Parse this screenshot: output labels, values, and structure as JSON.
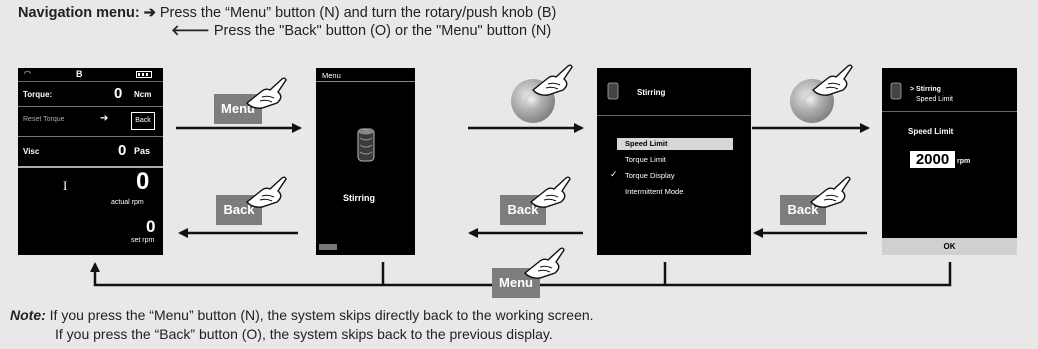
{
  "header": {
    "label": "Navigation menu:",
    "line1": "Press the “Menu” button (N) and turn the rotary/push knob (B)",
    "line2": "Press the \"Back\" button (O) or the \"Menu\" button (N)",
    "arrow_right": "➔",
    "arrow_left": "🡐"
  },
  "screen1": {
    "status_b": "B",
    "torque_label": "Torque:",
    "torque_value": "0",
    "torque_unit": "Ncm",
    "reset_label": "Reset Torque",
    "reset_arrow": "➔",
    "back_box": "Back",
    "visc_label": "Visc",
    "visc_value": "0",
    "visc_unit": "Pas",
    "cursor": "I",
    "actual_value": "0",
    "actual_label": "actual rpm",
    "set_value": "0",
    "set_label": "set rpm"
  },
  "screen2": {
    "title": "Menu",
    "item": "Stirring"
  },
  "screen3": {
    "title": "Stirring",
    "items": [
      "Speed Limit",
      "Torque Limit",
      "Torque Display",
      "Intermittent Mode"
    ],
    "check": "✓"
  },
  "screen4": {
    "path1": "> Stirring",
    "path2": "Speed Limit",
    "label": "Speed Limit",
    "value": "2000",
    "unit": "rpm",
    "ok": "OK"
  },
  "buttons": {
    "menu": "Menu",
    "back": "Back"
  },
  "footer": {
    "label": "Note:",
    "line1": "If you press the “Menu” button (N), the system skips directly back to the working screen.",
    "line2": "If you press the “Back” button (O), the system skips back to the previous display."
  }
}
